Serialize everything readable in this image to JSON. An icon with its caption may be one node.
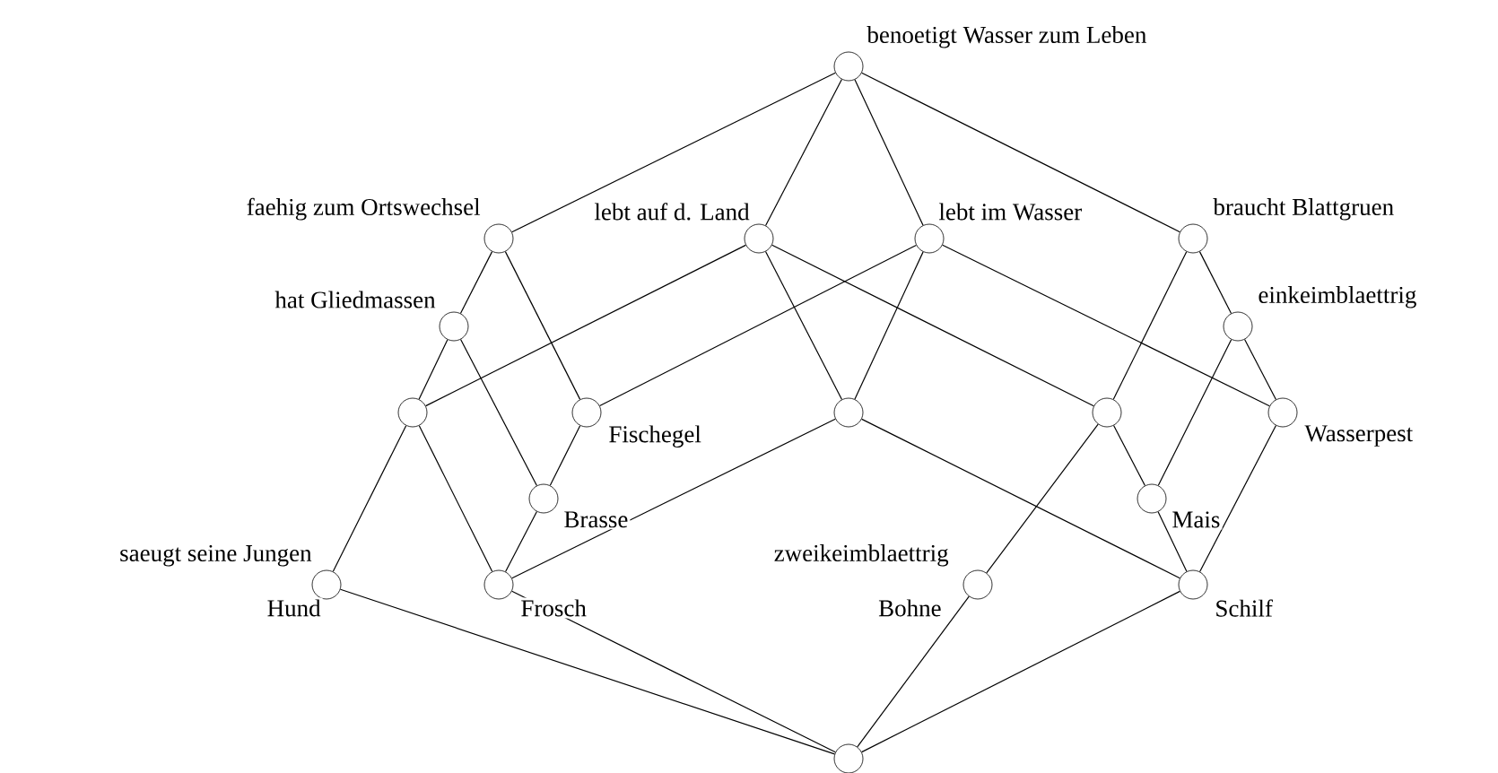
{
  "diagram": {
    "nodes": [
      {
        "text": [],
        "shape": "circle",
        "beside": [
          "benoetigt Wasser zum Leben"
        ]
      },
      {
        "text": [],
        "shape": "circle",
        "beside": [
          "faehig zum Ortswechsel"
        ]
      },
      {
        "text": [],
        "shape": "circle",
        "beside": [
          "lebt auf d. Land"
        ]
      },
      {
        "text": [],
        "shape": "circle",
        "beside": [
          "lebt im Wasser"
        ]
      },
      {
        "text": [],
        "shape": "circle",
        "beside": [
          "braucht Blattgruen"
        ]
      },
      {
        "text": [],
        "shape": "circle",
        "beside": [
          "hat Gliedmassen"
        ]
      },
      {
        "text": [],
        "shape": "circle",
        "beside": [
          "einkeimblaettrig"
        ]
      },
      {
        "text": [],
        "shape": "circle"
      },
      {
        "text": [],
        "shape": "circle",
        "beside": [
          "Fischegel"
        ]
      },
      {
        "text": [],
        "shape": "circle"
      },
      {
        "text": [],
        "shape": "circle"
      },
      {
        "text": [],
        "shape": "circle",
        "beside": [
          "Wasserpest"
        ]
      },
      {
        "text": [],
        "shape": "circle",
        "beside": [
          "Brasse"
        ]
      },
      {
        "text": [],
        "shape": "circle",
        "beside": [
          "Mais"
        ]
      },
      {
        "text": [],
        "shape": "circle",
        "beside": [
          "saeugt seine Jungen",
          "Hund"
        ]
      },
      {
        "text": [],
        "shape": "circle",
        "beside": [
          "Frosch"
        ]
      },
      {
        "text": [],
        "shape": "circle",
        "beside": [
          "zweikeimblaettrig",
          "Bohne"
        ]
      },
      {
        "text": [],
        "shape": "circle",
        "beside": [
          "Schilf"
        ]
      },
      {
        "text": [],
        "shape": "circle"
      }
    ],
    "edges": [
      {
        "from": 0,
        "to": 1,
        "arrow": "none"
      },
      {
        "from": 0,
        "to": 2,
        "arrow": "none"
      },
      {
        "from": 0,
        "to": 3,
        "arrow": "none"
      },
      {
        "from": 0,
        "to": 4,
        "arrow": "none"
      },
      {
        "from": 1,
        "to": 5,
        "arrow": "none"
      },
      {
        "from": 1,
        "to": 8,
        "arrow": "none"
      },
      {
        "from": 2,
        "to": 7,
        "arrow": "none"
      },
      {
        "from": 2,
        "to": 9,
        "arrow": "none"
      },
      {
        "from": 2,
        "to": 10,
        "arrow": "none"
      },
      {
        "from": 3,
        "to": 8,
        "arrow": "none"
      },
      {
        "from": 3,
        "to": 9,
        "arrow": "none"
      },
      {
        "from": 3,
        "to": 11,
        "arrow": "none"
      },
      {
        "from": 4,
        "to": 10,
        "arrow": "none"
      },
      {
        "from": 4,
        "to": 6,
        "arrow": "none"
      },
      {
        "from": 5,
        "to": 7,
        "arrow": "none"
      },
      {
        "from": 5,
        "to": 12,
        "arrow": "none"
      },
      {
        "from": 6,
        "to": 13,
        "arrow": "none"
      },
      {
        "from": 6,
        "to": 11,
        "arrow": "none"
      },
      {
        "from": 7,
        "to": 14,
        "arrow": "none"
      },
      {
        "from": 7,
        "to": 15,
        "arrow": "none"
      },
      {
        "from": 8,
        "to": 12,
        "arrow": "none"
      },
      {
        "from": 9,
        "to": 15,
        "arrow": "none"
      },
      {
        "from": 9,
        "to": 17,
        "arrow": "none"
      },
      {
        "from": 10,
        "to": 13,
        "arrow": "none"
      },
      {
        "from": 10,
        "to": 16,
        "arrow": "none"
      },
      {
        "from": 11,
        "to": 17,
        "arrow": "none"
      },
      {
        "from": 12,
        "to": 15,
        "arrow": "none"
      },
      {
        "from": 13,
        "to": 17,
        "arrow": "none"
      },
      {
        "from": 14,
        "to": 18,
        "arrow": "none"
      },
      {
        "from": 15,
        "to": 18,
        "arrow": "none"
      },
      {
        "from": 16,
        "to": 18,
        "arrow": "none"
      },
      {
        "from": 17,
        "to": 18,
        "arrow": "none"
      }
    ]
  }
}
